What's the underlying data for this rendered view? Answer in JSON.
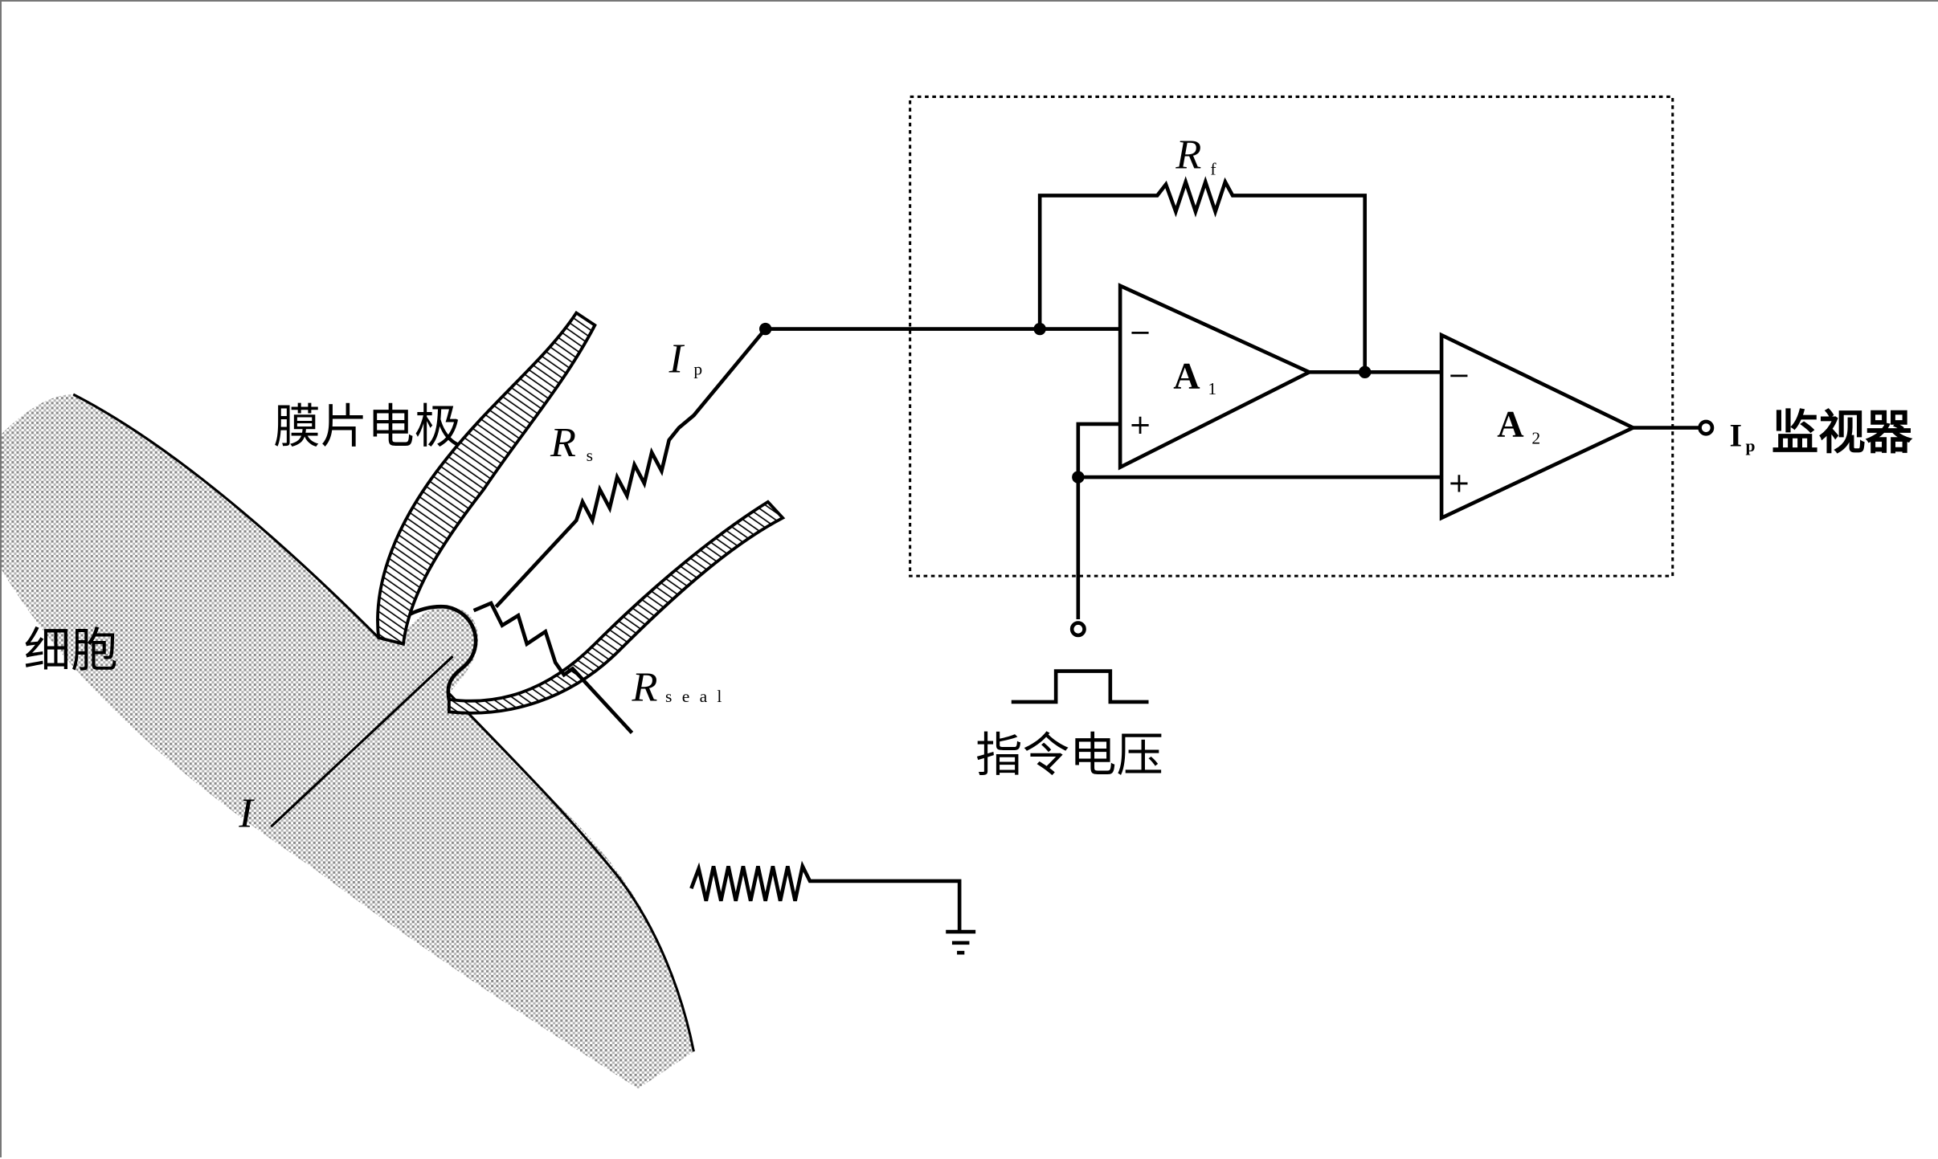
{
  "title": "Patch clamp voltage-clamp circuit",
  "labels": {
    "cell": "细胞",
    "patch_electrode": "膜片电极",
    "command_voltage": "指令电压",
    "monitor": "监视器",
    "monitor_symbol": "I",
    "monitor_symbol_sub": "p",
    "pipette_current": "I",
    "pipette_current_sub": "p",
    "membrane_current": "I",
    "series_resistance": "R",
    "series_resistance_sub": "s",
    "seal_resistance": "R",
    "seal_resistance_sub": "seal",
    "feedback_resistor": "R",
    "feedback_resistor_sub": "f",
    "amp1": "A",
    "amp1_sub": "1",
    "amp2": "A",
    "amp2_sub": "2",
    "minus": "−",
    "plus": "+"
  },
  "colors": {
    "line": "#000000",
    "cell_fill": "#cfcfcf",
    "background": "#ffffff"
  }
}
